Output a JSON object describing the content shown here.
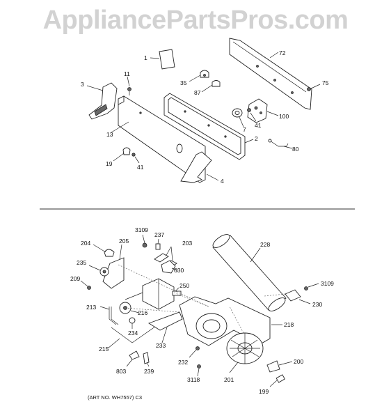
{
  "watermark": "AppliancePartsPros.com",
  "art_number": "(ART NO. WH7557) C3",
  "callouts": {
    "c1": "1",
    "c72": "72",
    "c11": "11",
    "c35": "35",
    "c3": "3",
    "c75": "75",
    "c87": "87",
    "c100": "100",
    "c13": "13",
    "c7": "7",
    "c41a": "41",
    "c2": "2",
    "c80": "80",
    "c19": "19",
    "c41b": "41",
    "c4": "4",
    "c3109a": "3109",
    "c237": "237",
    "c204": "204",
    "c205": "205",
    "c203": "203",
    "c228": "228",
    "c235": "235",
    "c630": "630",
    "c209": "209",
    "c250": "250",
    "c3109b": "3109",
    "c230": "230",
    "c213": "213",
    "c216": "216",
    "c234": "234",
    "c218": "218",
    "c215": "215",
    "c233": "233",
    "c232": "232",
    "c200": "200",
    "c803": "803",
    "c239": "239",
    "c3118": "3118",
    "c201": "201",
    "c199": "199"
  }
}
